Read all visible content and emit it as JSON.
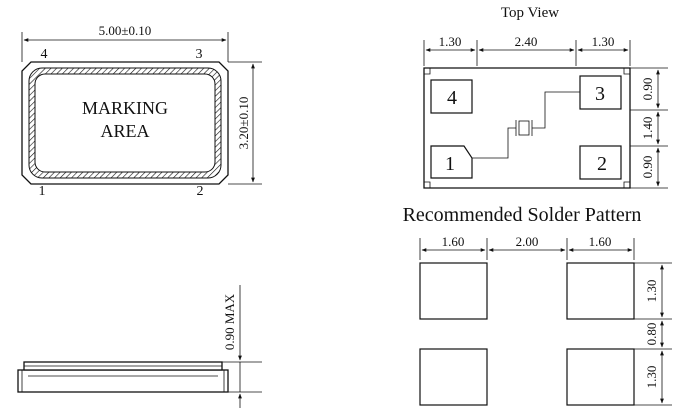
{
  "top_left": {
    "width_dim": "5.00±0.10",
    "height_dim": "3.20±0.10",
    "pin_labels": {
      "p1": "1",
      "p2": "2",
      "p3": "3",
      "p4": "4"
    },
    "marking_line1": "MARKING",
    "marking_line2": "AREA"
  },
  "side_view": {
    "height_dim": "0.90 MAX"
  },
  "top_view": {
    "title": "Top View",
    "dims_top": [
      "1.30",
      "2.40",
      "1.30"
    ],
    "dims_right": [
      "0.90",
      "1.40",
      "0.90"
    ],
    "pads": {
      "p1": "1",
      "p2": "2",
      "p3": "3",
      "p4": "4"
    }
  },
  "solder_pattern": {
    "title": "Recommended Solder Pattern",
    "dims_top": [
      "1.60",
      "2.00",
      "1.60"
    ],
    "dims_right": [
      "1.30",
      "0.80",
      "1.30"
    ]
  },
  "colors": {
    "ink": "#111111",
    "background": "#ffffff"
  }
}
